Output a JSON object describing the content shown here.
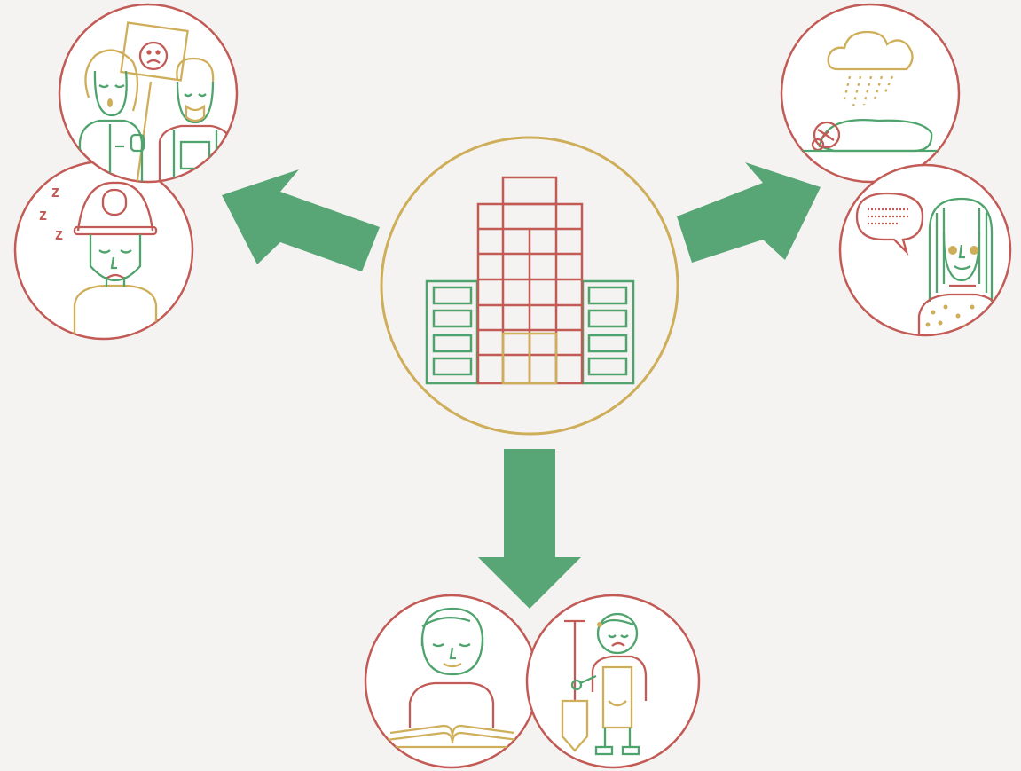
{
  "colors": {
    "background": "#f4f3f1",
    "arrow": "#58a576",
    "green_line": "#4fa36d",
    "red_line": "#c25a55",
    "gold_line": "#cfae5a",
    "circle_fill": "#ffffff"
  },
  "center": {
    "icon": "office-building-icon"
  },
  "groups": [
    {
      "id": "top-left",
      "arrow_direction": "up-left",
      "items": [
        "protesters-with-sad-sign",
        "sleeping-miner"
      ]
    },
    {
      "id": "right",
      "arrow_direction": "up-right",
      "items": [
        "person-sleeping-in-rain",
        "woman-with-speech-bubble"
      ]
    },
    {
      "id": "bottom",
      "arrow_direction": "down",
      "items": [
        "boy-reading-book",
        "tired-gardener-with-shovel"
      ]
    }
  ]
}
